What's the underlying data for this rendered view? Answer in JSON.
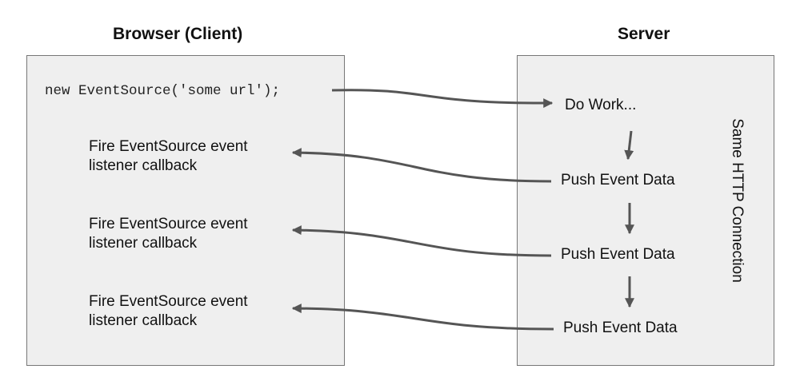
{
  "client": {
    "heading": "Browser (Client)",
    "code": "new EventSource('some url');",
    "callbacks": [
      {
        "line1": "Fire EventSource event",
        "line2": "listener callback"
      },
      {
        "line1": "Fire EventSource event",
        "line2": "listener callback"
      },
      {
        "line1": "Fire EventSource event",
        "line2": "listener callback"
      }
    ]
  },
  "server": {
    "heading": "Server",
    "do_work": "Do Work...",
    "push_events": [
      "Push Event Data",
      "Push Event Data",
      "Push Event Data"
    ],
    "connection_label": "Same HTTP Connection"
  },
  "colors": {
    "box_fill": "#efefef",
    "box_border": "#777777",
    "arrow": "#555555"
  }
}
